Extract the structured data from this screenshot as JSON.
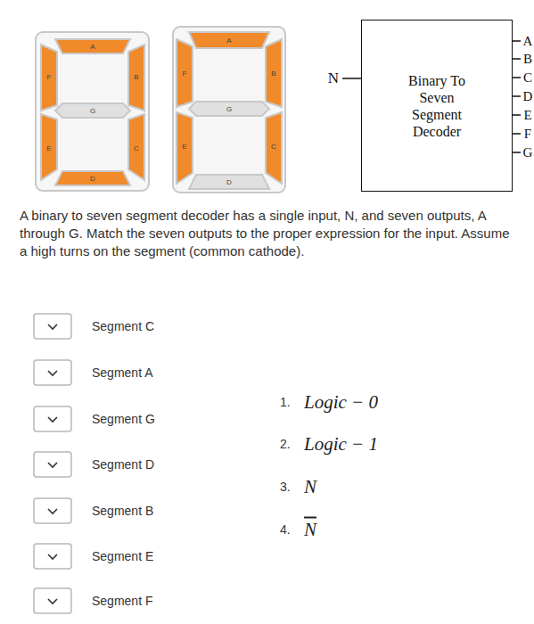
{
  "diagram": {
    "nodes": [
      {
        "text": [
          "Binary To Seven Segment Decoder"
        ]
      }
    ],
    "labels": [
      "A",
      "F",
      "B",
      "G",
      "E",
      "C",
      "D",
      "A",
      "F",
      "B",
      "G",
      "E",
      "C",
      "D",
      "N",
      "A",
      "B",
      "C",
      "D",
      "E",
      "F",
      "G",
      "A binary to seven segment decoder has a single input, N, and seven outputs, A through G. Match the seven outputs to the proper expression for the input. Assume a high turns on the segment (common cathode).",
      "Segment C",
      "Segment A",
      "Segment G",
      "Segment D",
      "Segment B",
      "Segment E",
      "Segment F",
      "1.",
      "Logic − 0",
      "2.",
      "Logic − 1",
      "3.",
      "N",
      "4.",
      "N"
    ]
  }
}
